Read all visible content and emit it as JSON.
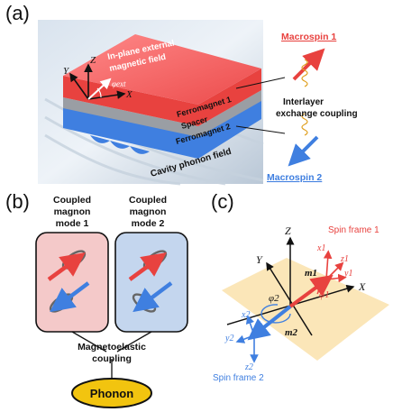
{
  "panel_a": {
    "label": "(a)",
    "field_text_1": "In-plane external",
    "field_text_2": "magnetic field",
    "axis_z": "Z",
    "axis_y": "Y",
    "axis_x": "X",
    "phi_ext": "φext",
    "fm1": "Ferromagnet 1",
    "spacer": "Spacer",
    "fm2": "Ferromagnet 2",
    "cavity": "Cavity phonon field",
    "macrospin1": "Macrospin 1",
    "macrospin2": "Macrospin 2",
    "coupling_1": "Interlayer",
    "coupling_2": "exchange coupling"
  },
  "panel_b": {
    "label": "(b)",
    "mode1_title": [
      "Coupled",
      "magnon",
      "mode 1"
    ],
    "mode2_title": [
      "Coupled",
      "magnon",
      "mode 2"
    ],
    "me_coupling_1": "Magnetoelastic",
    "me_coupling_2": "coupling",
    "phonon": "Phonon"
  },
  "panel_c": {
    "label": "(c)",
    "axis_z": "Z",
    "axis_y": "Y",
    "axis_x": "X",
    "spin_frame_1": "Spin frame 1",
    "spin_frame_2": "Spin frame 2",
    "m1": "m1",
    "m2": "m2",
    "phi1": "φ1",
    "phi2": "φ2",
    "x1": "x1",
    "y1": "y1",
    "z1": "z1",
    "x2": "x2",
    "y2": "y2",
    "z2": "z2"
  },
  "colors": {
    "red": "#e8423f",
    "blue": "#3f7fe0",
    "pink_box": "#f4c9c9",
    "blue_box": "#c4d6ee",
    "phonon": "#f2c40f",
    "plane": "#fbe6b8"
  }
}
